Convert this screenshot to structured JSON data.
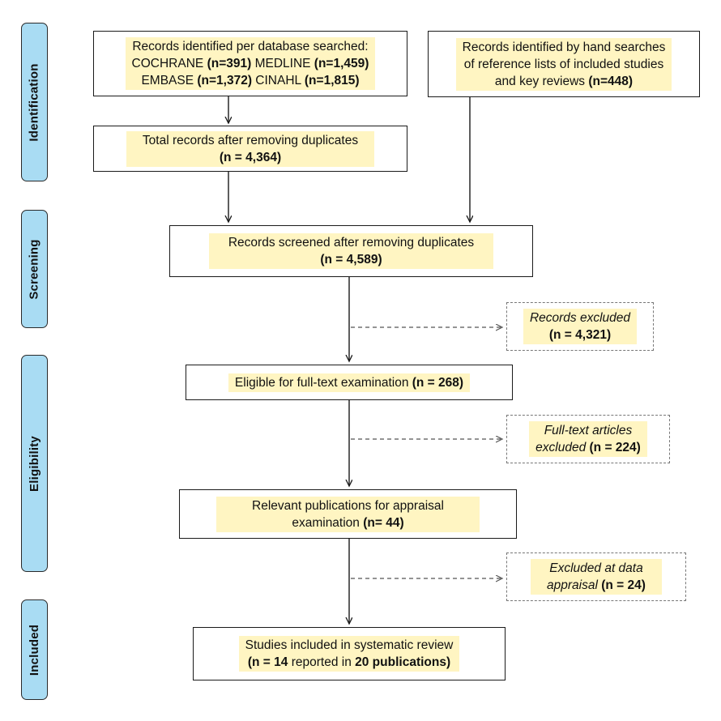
{
  "phases": [
    {
      "label": "Identification"
    },
    {
      "label": "Screening"
    },
    {
      "label": "Eligibility"
    },
    {
      "label": "Included"
    }
  ],
  "boxes": {
    "database_search": {
      "line1": "Records identified per database searched:",
      "line2_a": "COCHRANE ",
      "line2_b": "(n=391)",
      "line2_c": " MEDLINE ",
      "line2_d": "(n=1,459)",
      "line3_a": "EMBASE ",
      "line3_b": "(n=1,372)",
      "line3_c": " CINAHL ",
      "line3_d": "(n=1,815)"
    },
    "hand_search": {
      "line1": "Records identified by hand searches",
      "line2": "of reference lists of included studies",
      "line3_a": "and key reviews ",
      "line3_b": "(n=448)"
    },
    "after_duplicates": {
      "line1": "Total records after removing duplicates",
      "line2": "(n = 4,364)"
    },
    "screened": {
      "line1": "Records screened after removing duplicates",
      "line2": "(n = 4,589)"
    },
    "records_excluded": {
      "line1": "Records excluded",
      "line2": "(n = 4,321)"
    },
    "eligible": {
      "line1_a": "Eligible for full-text examination ",
      "line1_b": "(n = 268)"
    },
    "fulltext_excluded": {
      "line1": "Full-text articles",
      "line2_a": "excluded",
      "line2_b": " (n = 224)"
    },
    "appraisal": {
      "line1": "Relevant publications for appraisal",
      "line2_a": "examination ",
      "line2_b": "(n= 44)"
    },
    "data_excluded": {
      "line1": "Excluded at data",
      "line2_a": "appraisal",
      "line2_b": " (n = 24)"
    },
    "included": {
      "line1": "Studies included in systematic review",
      "line2_a": "(n = ",
      "line2_b": "14",
      "line2_c": " reported in ",
      "line2_d": "20",
      "line2_e": " publications)"
    }
  },
  "colors": {
    "phase_fill": "#a9dcf3",
    "highlight_fill": "#fff5c2",
    "border": "#1a1a1a",
    "dashed_arrow": "#555555"
  }
}
